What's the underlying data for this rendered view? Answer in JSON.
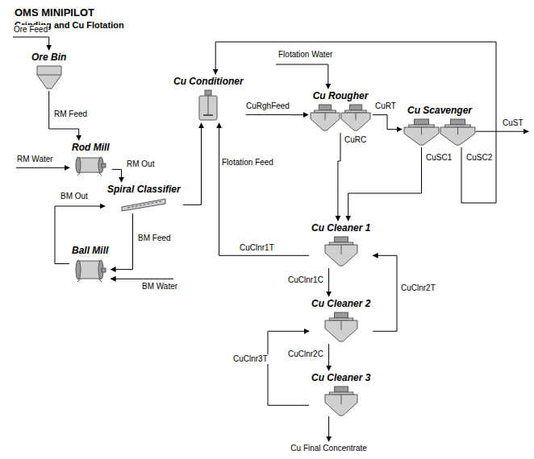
{
  "diagram": {
    "title": "OMS MINIPILOT",
    "nodes": [
      {
        "text": [
          "Ore Bin"
        ]
      },
      {
        "text": [
          "Rod Mill"
        ]
      },
      {
        "text": [
          "Spiral Classifier"
        ]
      },
      {
        "text": [
          "Ball Mill"
        ]
      },
      {
        "text": [
          "Cu Conditioner"
        ]
      },
      {
        "text": [
          "Cu Rougher"
        ]
      },
      {
        "text": [
          "Cu Scavenger"
        ]
      },
      {
        "text": [
          "Cu Cleaner 1"
        ]
      },
      {
        "text": [
          "Cu Cleaner 2"
        ]
      },
      {
        "text": [
          "Cu Cleaner 3"
        ]
      }
    ],
    "edges": [
      {
        "from": 0,
        "to": 1,
        "label": "RM Feed",
        "arrow": "to"
      },
      {
        "from": 1,
        "to": 2,
        "label": "RM Out",
        "arrow": "to"
      },
      {
        "from": 2,
        "to": 3,
        "label": "BM Feed",
        "arrow": "to"
      },
      {
        "from": 3,
        "to": 2,
        "label": "BM Out",
        "arrow": "to"
      },
      {
        "from": 2,
        "to": 4,
        "label": "Flotation Feed",
        "arrow": "to"
      },
      {
        "from": 4,
        "to": 5,
        "label": "CuRghFeed",
        "arrow": "to"
      },
      {
        "from": 5,
        "to": 6,
        "label": "CuRT",
        "arrow": "to"
      },
      {
        "from": 5,
        "to": 7,
        "label": "CuRC",
        "arrow": "to"
      },
      {
        "from": 6,
        "to": 7,
        "label": "CuSC1",
        "arrow": "to"
      },
      {
        "from": 6,
        "to": 4,
        "label": "CuSC2",
        "arrow": "to"
      },
      {
        "from": 7,
        "to": 4,
        "label": "CuClnr1T",
        "arrow": "to"
      },
      {
        "from": 7,
        "to": 8,
        "label": "CuClnr1C",
        "arrow": "to"
      },
      {
        "from": 8,
        "to": 7,
        "label": "CuClnr2T",
        "arrow": "to"
      },
      {
        "from": 8,
        "to": 9,
        "label": "CuClnr2C",
        "arrow": "to"
      },
      {
        "from": 9,
        "to": 8,
        "label": "CuClnr3T",
        "arrow": "to"
      }
    ],
    "labels": [
      "Grinding and Cu Flotation",
      "Ore Feed",
      "RM Water",
      "BM Water",
      "Flotation Water",
      "CuST",
      "Cu Final Concentrate"
    ]
  }
}
